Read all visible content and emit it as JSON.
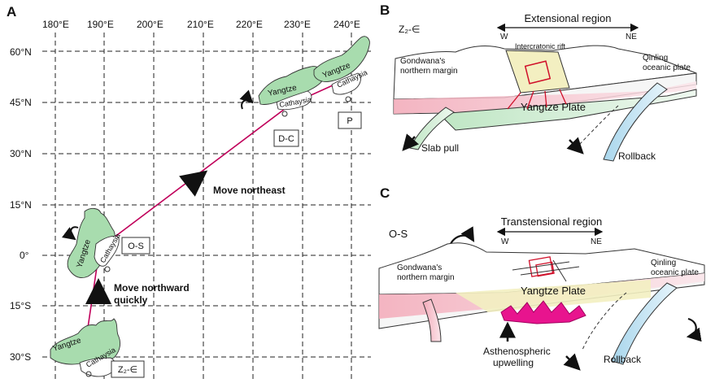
{
  "panel_a": {
    "label": "A",
    "lon_labels": [
      "180°E",
      "190°E",
      "200°E",
      "210°E",
      "220°E",
      "230°E",
      "240°E"
    ],
    "lat_labels": [
      "60°N",
      "45°N",
      "30°N",
      "15°N",
      "0°",
      "15°S",
      "30°S"
    ],
    "block_labels": {
      "yangtze": "Yangtze",
      "cathaysia": "Cathaysia"
    },
    "stage_labels": {
      "zc": "Z₂-∈",
      "os": "O-S",
      "dc": "D-C",
      "p": "P"
    },
    "annotations": {
      "northward": "Move northward\nquickly",
      "northeast": "Move northeast"
    },
    "colors": {
      "block_fill": "#a8dcae",
      "track": "#c0005a"
    }
  },
  "panel_b": {
    "label": "B",
    "stage": "Z₂-∈",
    "region": "Extensional region",
    "dir_w": "W",
    "dir_ne": "NE",
    "rift": "Intercratonic rift",
    "left_margin": "Gondwana's\nnorthern margin",
    "right_plate": "Qinling\noceanic plate",
    "plate": "Yangtze Plate",
    "slab_pull": "Slab pull",
    "rollback": "Rollback"
  },
  "panel_c": {
    "label": "C",
    "stage": "O-S",
    "region": "Transtensional region",
    "dir_w": "W",
    "dir_ne": "NE",
    "left_margin": "Gondwana's\nnorthern margin",
    "right_plate": "Qinling\noceanic plate",
    "plate": "Yangtze Plate",
    "upwelling": "Asthenospheric\nupwelling",
    "rollback": "Rollback"
  }
}
